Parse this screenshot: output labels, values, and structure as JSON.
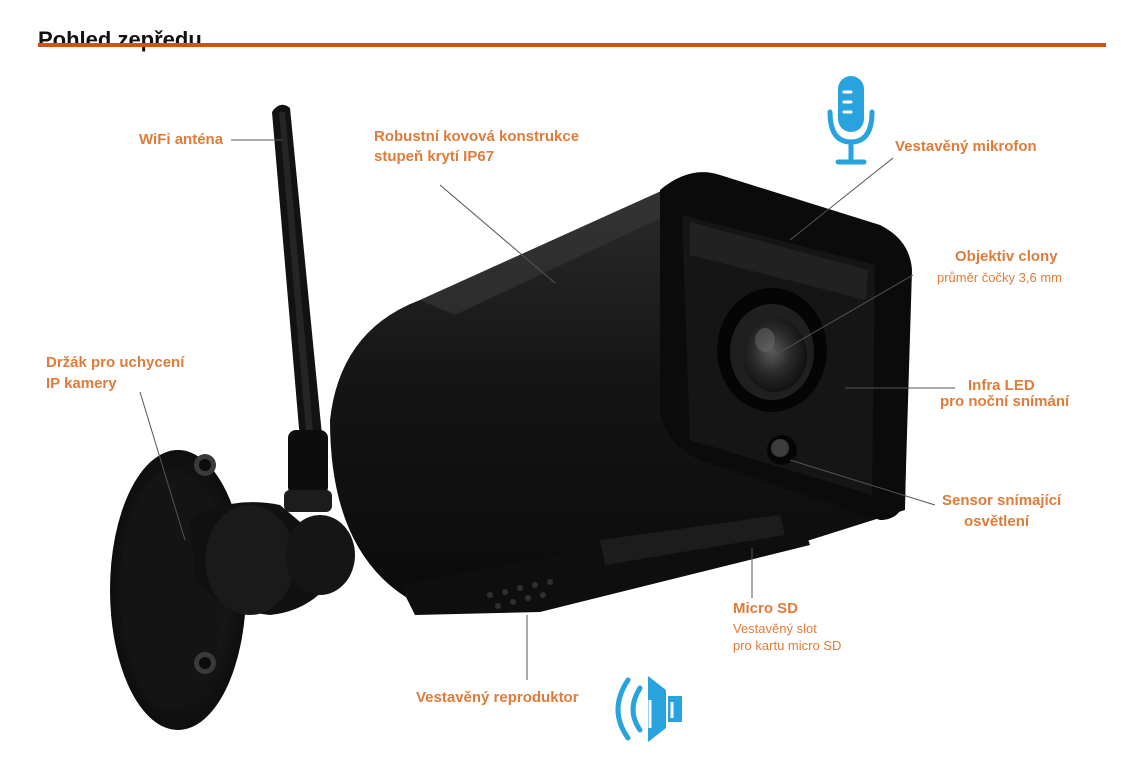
{
  "title": "Pohled zepředu",
  "colors": {
    "accent": "#e07b39",
    "rule": "#c9541c",
    "icon": "#29a3dd",
    "camera": "#141414"
  },
  "icons": [
    "microphone-icon",
    "speaker-icon"
  ],
  "callouts": {
    "wifi": {
      "label": "WiFi anténa"
    },
    "body": {
      "line1": "Robustní kovová konstrukce",
      "line2": "stupeň krytí IP67"
    },
    "microphone": {
      "label": "Vestavěný mikrofon"
    },
    "lens": {
      "label": "Objektiv clony",
      "detail": "průměr čočky 3,6 mm"
    },
    "mount": {
      "line1": "Držák pro uchycení",
      "line2": "IP kamery"
    },
    "infrared": {
      "line1": "Infra LED",
      "line2": "pro noční snímání"
    },
    "sensor": {
      "line1": "Sensor snímající",
      "line2": "osvětlení"
    },
    "sd": {
      "label": "Micro SD",
      "detail1": "Vestavěný slot",
      "detail2": "pro kartu micro SD"
    },
    "speaker": {
      "label": "Vestavěný reproduktor"
    }
  }
}
